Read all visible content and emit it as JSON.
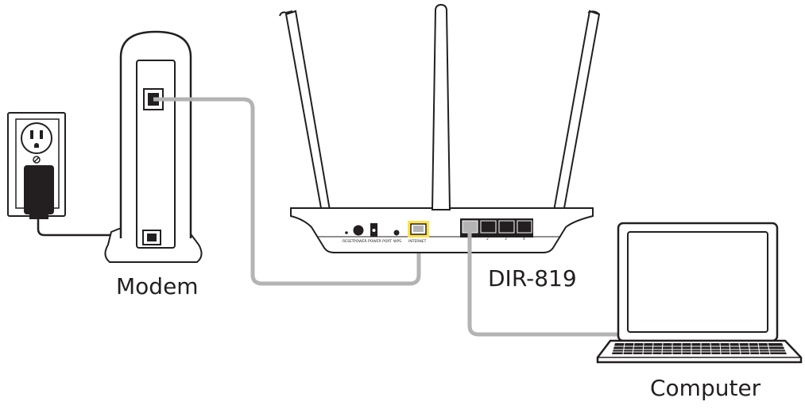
{
  "labels": {
    "modem": "Modem",
    "router": "DIR-819",
    "computer": "Computer"
  },
  "router_ports": {
    "reset": "RESET",
    "power": "POWER",
    "power_port": "POWER PORT",
    "wps": "WPS",
    "internet": "INTERNET",
    "lan2": "2",
    "lan3": "3",
    "lan4": "4"
  },
  "colors": {
    "line": "#231f20",
    "cable": "#b3b3b3",
    "internet_port_highlight": "#ffe14d",
    "adapter": "#231f20"
  }
}
